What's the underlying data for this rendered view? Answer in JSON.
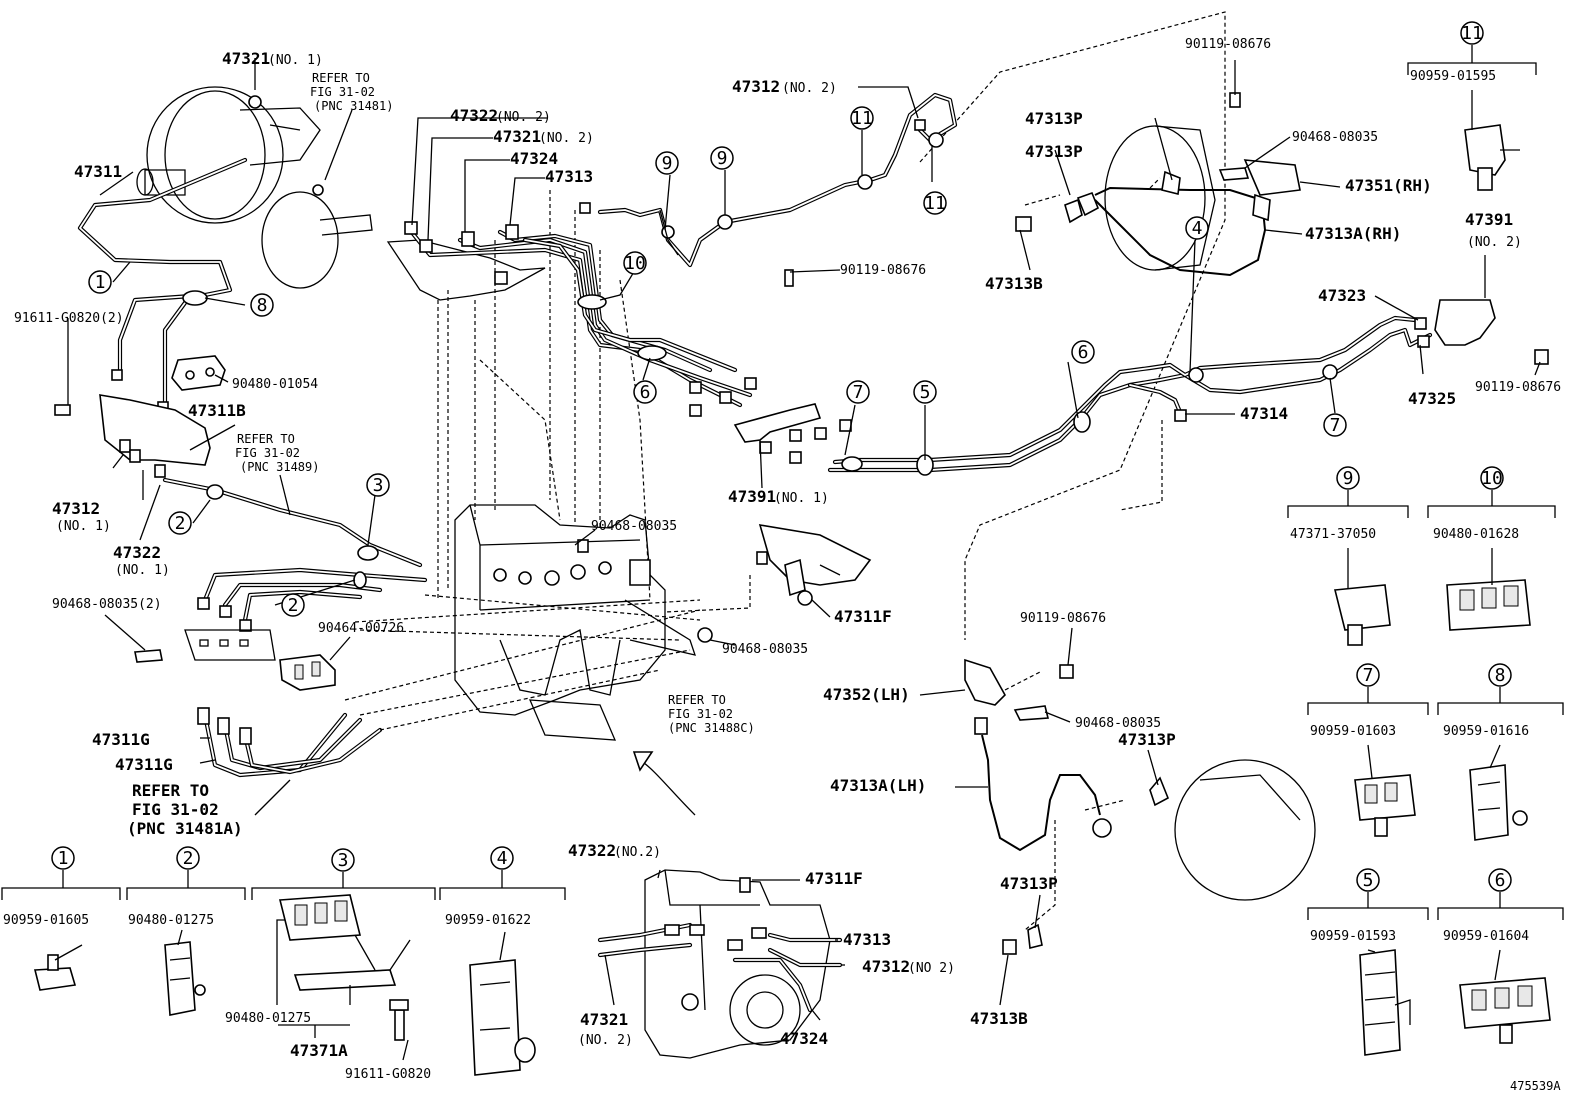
{
  "labels": {
    "p47321_no1": "47321",
    "p47321_no1_sfx": "(NO. 1)",
    "refer1": [
      "REFER TO",
      "FIG 31-02",
      "(PNC 31481)"
    ],
    "p47311": "47311",
    "p91611_g0820_2": "91611-G0820(2)",
    "p90480_01054": "90480-01054",
    "p47311B": "47311B",
    "refer2": [
      "REFER TO",
      "FIG 31-02",
      "(PNC 31489)"
    ],
    "p47312_no1": "47312",
    "p47312_no1_sfx": "(NO. 1)",
    "p47322_no1": "47322",
    "p47322_no1_sfx": "(NO. 1)",
    "p90468_08035_2": "90468-08035(2)",
    "p90464_00726": "90464-00726",
    "p47311G_a": "47311G",
    "p47311G_b": "47311G",
    "refer3": [
      "REFER TO",
      "FIG 31-02",
      "(PNC 31481A)"
    ],
    "p47322_no2": "47322",
    "p47322_no2_sfx": "(NO. 2)",
    "p47321_no2": "47321",
    "p47321_no2_sfx": "(NO. 2)",
    "p47324": "47324",
    "p47313": "47313",
    "p47312_no2": "47312",
    "p47312_no2_sfx": "(NO. 2)",
    "p90119_08676_a": "90119-08676",
    "p90119_08676_b": "90119-08676",
    "p90119_08676_c": "90119-08676",
    "p90119_08676_d": "90119-08676",
    "p47391_no1": "47391",
    "p47391_no1_sfx": "(NO. 1)",
    "p90468_08035_a": "90468-08035",
    "p90468_08035_b": "90468-08035",
    "p90468_08035_c": "90468-08035",
    "p90468_08035_d": "90468-08035",
    "p47311F_a": "47311F",
    "refer4": [
      "REFER TO",
      "FIG 31-02",
      "(PNC 31488C)"
    ],
    "p47313P_a": "47313P",
    "p47313P_b": "47313P",
    "p47313P_c": "47313P",
    "p47313P_d": "47313P",
    "p47313B_a": "47313B",
    "p47313B_b": "47313B",
    "p47351RH": "47351(RH)",
    "p47313A_RH": "47313A(RH)",
    "p47391_no2": "47391",
    "p47391_no2_sfx": "(NO. 2)",
    "p47323": "47323",
    "p47325": "47325",
    "p47314": "47314",
    "p47352LH": "47352(LH)",
    "p47313A_LH": "47313A(LH)",
    "b_47322": "47322",
    "b_47322_sfx": "(NO.2)",
    "b_47311F": "47311F",
    "b_47313": "47313",
    "b_47312": "47312",
    "b_47312_sfx": "(NO 2)",
    "b_47321": "47321",
    "b_47321_sfx": "(NO. 2)",
    "b_47324": "47324",
    "p47371A": "47371A",
    "p91611_g0820": "91611-G0820",
    "p90480_01275_b": "90480-01275",
    "figure_id": "475539A"
  },
  "callouts": [
    {
      "num": "1"
    },
    {
      "num": "8"
    },
    {
      "num": "3"
    },
    {
      "num": "2"
    },
    {
      "num": "2"
    },
    {
      "num": "9"
    },
    {
      "num": "9"
    },
    {
      "num": "11"
    },
    {
      "num": "11"
    },
    {
      "num": "10"
    },
    {
      "num": "6"
    },
    {
      "num": "7"
    },
    {
      "num": "5"
    },
    {
      "num": "6"
    },
    {
      "num": "4"
    },
    {
      "num": "7"
    },
    {
      "num": "11"
    }
  ],
  "legend": [
    {
      "num": "1",
      "part": "90959-01605"
    },
    {
      "num": "2",
      "part": "90480-01275"
    },
    {
      "num": "3",
      "part": "90480-01275"
    },
    {
      "num": "4",
      "part": "90959-01622"
    },
    {
      "num": "11",
      "part": "90959-01595"
    },
    {
      "num": "9",
      "part": "47371-37050"
    },
    {
      "num": "10",
      "part": "90480-01628"
    },
    {
      "num": "7",
      "part": "90959-01603"
    },
    {
      "num": "8",
      "part": "90959-01616"
    },
    {
      "num": "5",
      "part": "90959-01593"
    },
    {
      "num": "6",
      "part": "90959-01604"
    }
  ]
}
